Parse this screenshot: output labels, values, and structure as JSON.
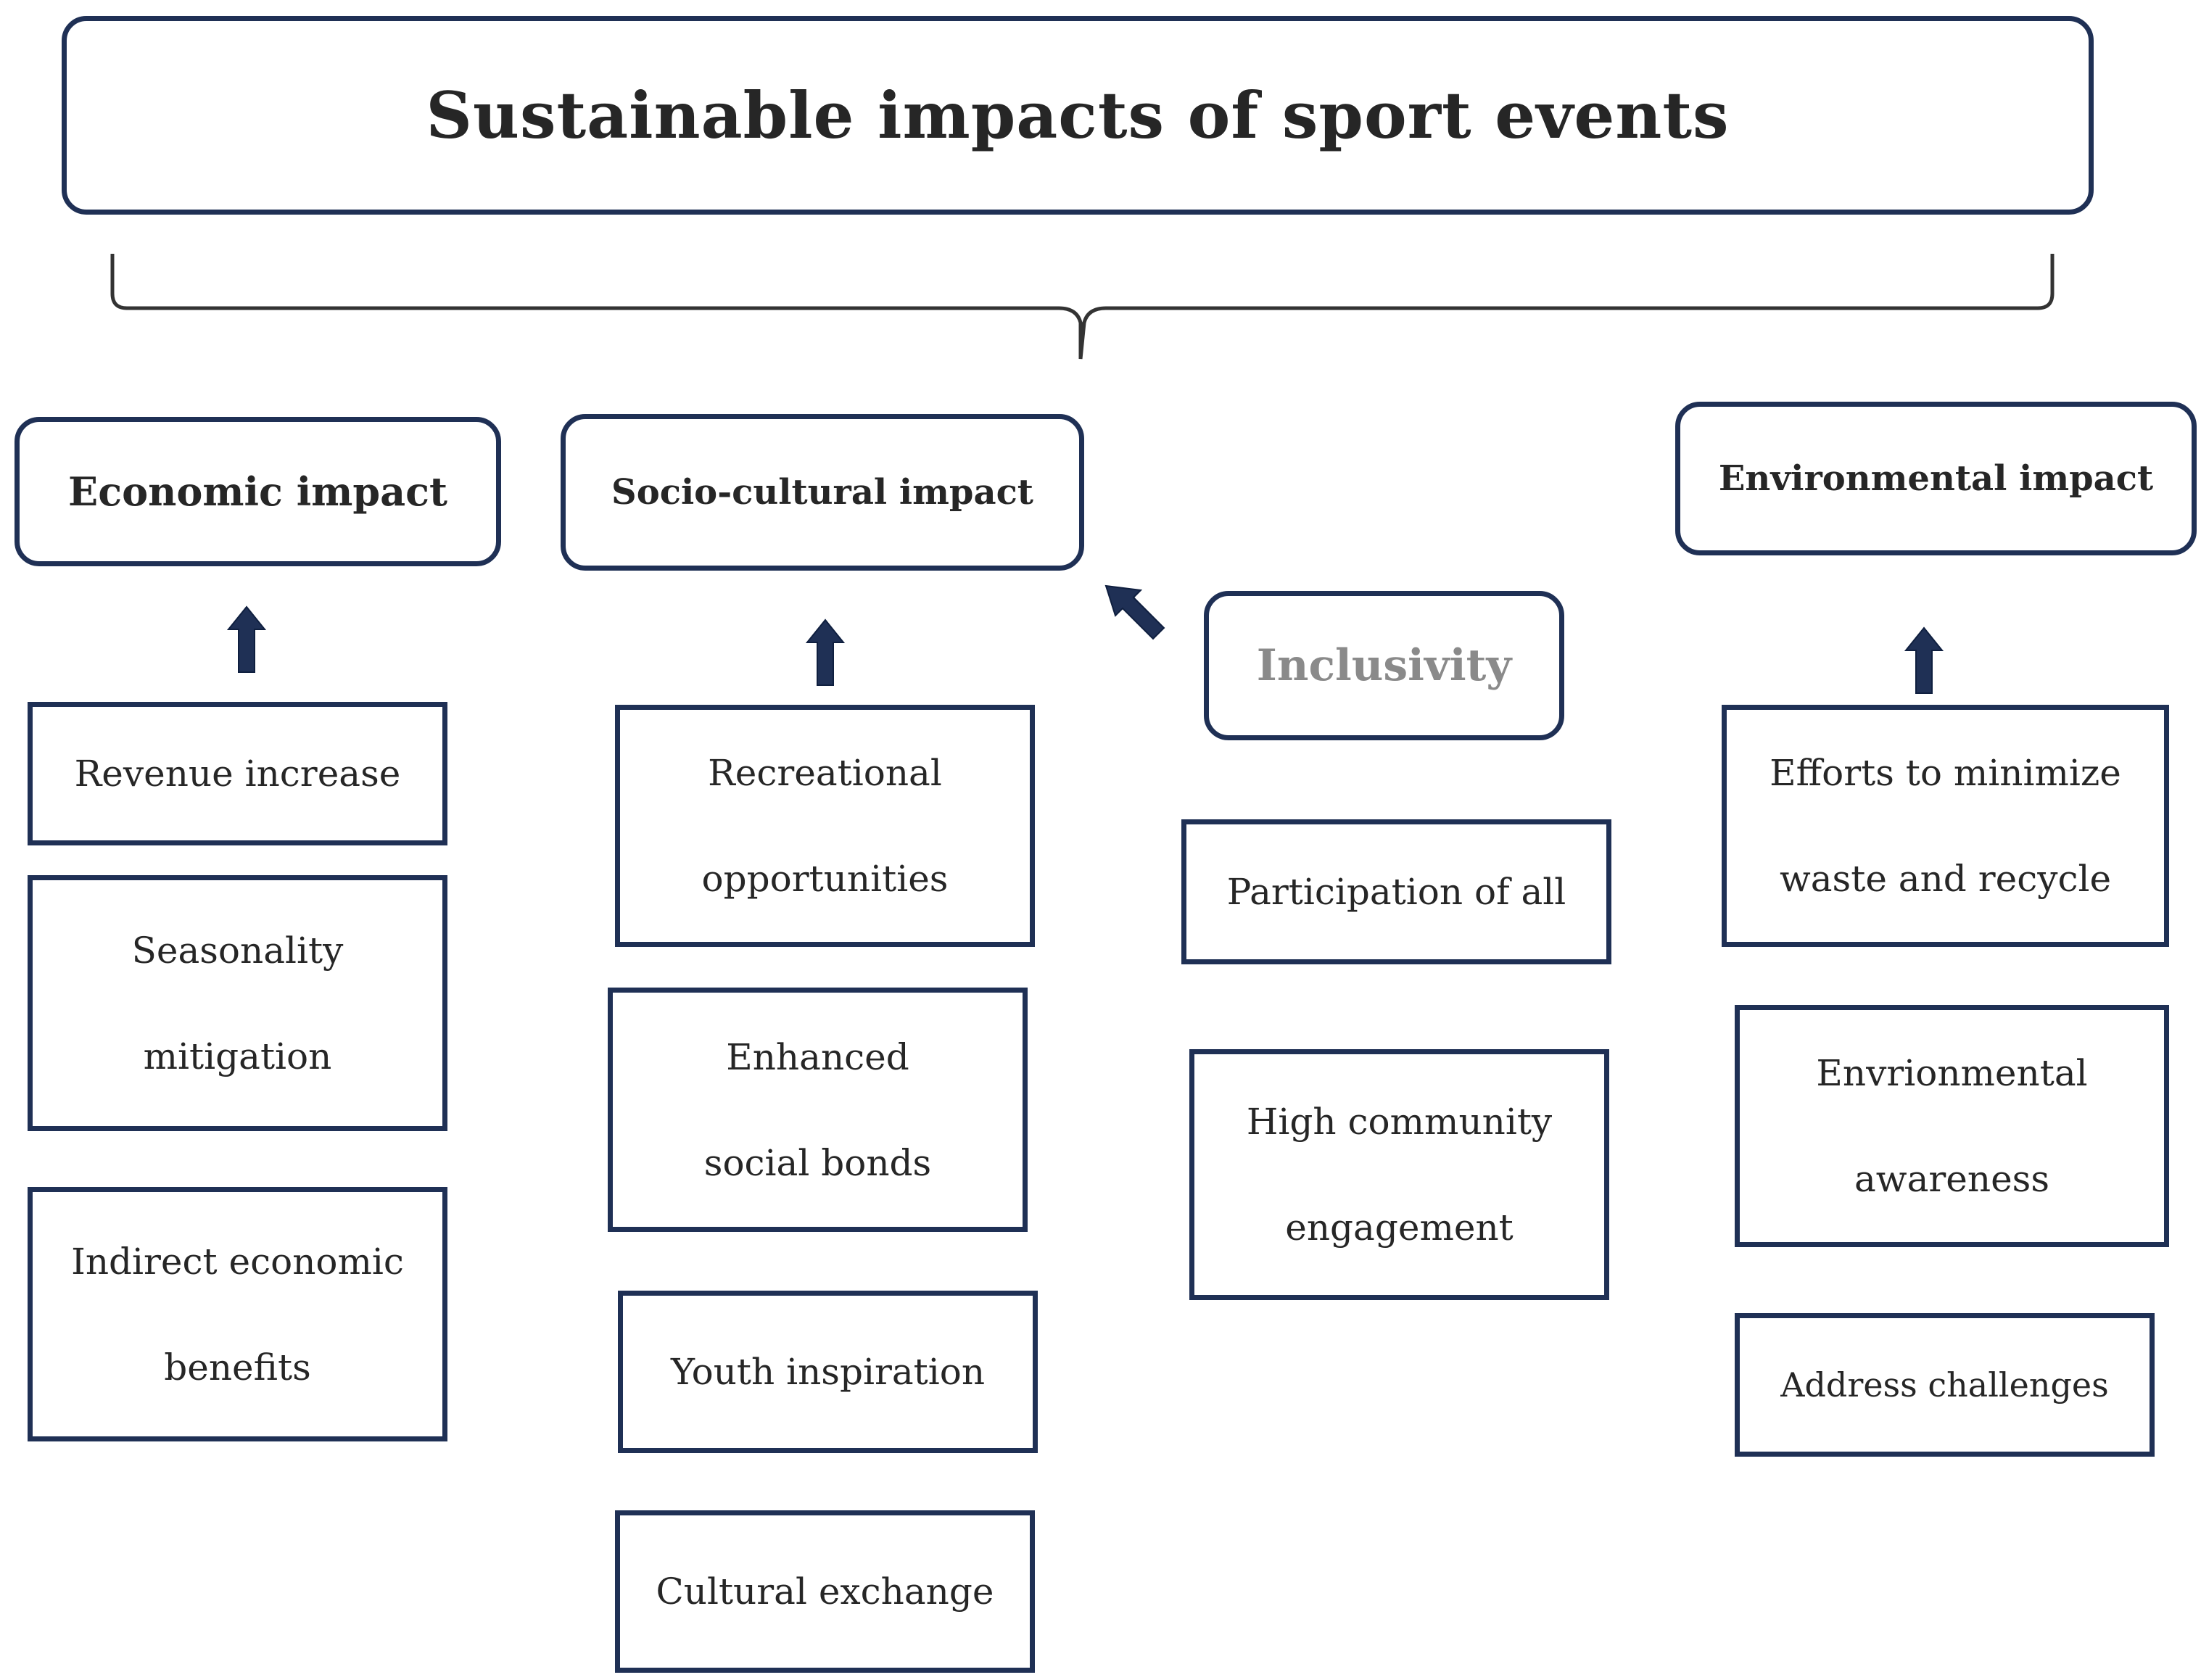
{
  "title": "Sustainable impacts of sport events",
  "categories": {
    "economic": {
      "label": "Economic impact",
      "items": [
        {
          "lines": [
            "Revenue increase"
          ]
        },
        {
          "lines": [
            "Seasonality",
            "mitigation"
          ]
        },
        {
          "lines": [
            "Indirect economic",
            "benefits"
          ]
        }
      ]
    },
    "sociocultural": {
      "label": "Socio-cultural impact",
      "items": [
        {
          "lines": [
            "Recreational",
            "opportunities"
          ]
        },
        {
          "lines": [
            "Enhanced",
            "social bonds"
          ]
        },
        {
          "lines": [
            "Youth inspiration"
          ]
        },
        {
          "lines": [
            "Cultural exchange"
          ]
        }
      ]
    },
    "inclusivity": {
      "label": "Inclusivity",
      "items": [
        {
          "lines": [
            "Participation of all"
          ]
        },
        {
          "lines": [
            "High community",
            "engagement"
          ]
        }
      ]
    },
    "environmental": {
      "label": "Environmental impact",
      "items": [
        {
          "lines": [
            "Efforts to minimize",
            "waste and recycle"
          ]
        },
        {
          "lines": [
            "Envrionmental",
            "awareness"
          ]
        },
        {
          "lines": [
            "Address challenges"
          ]
        }
      ]
    }
  },
  "colors": {
    "border": "#1f3055",
    "arrow": "#1f3055",
    "text": "#262626",
    "inclusivity_text": "#8a8a8a"
  },
  "icons": {
    "up_arrow": "arrow-up-icon",
    "diagonal_arrow": "arrow-up-left-icon",
    "brace": "curly-brace"
  }
}
